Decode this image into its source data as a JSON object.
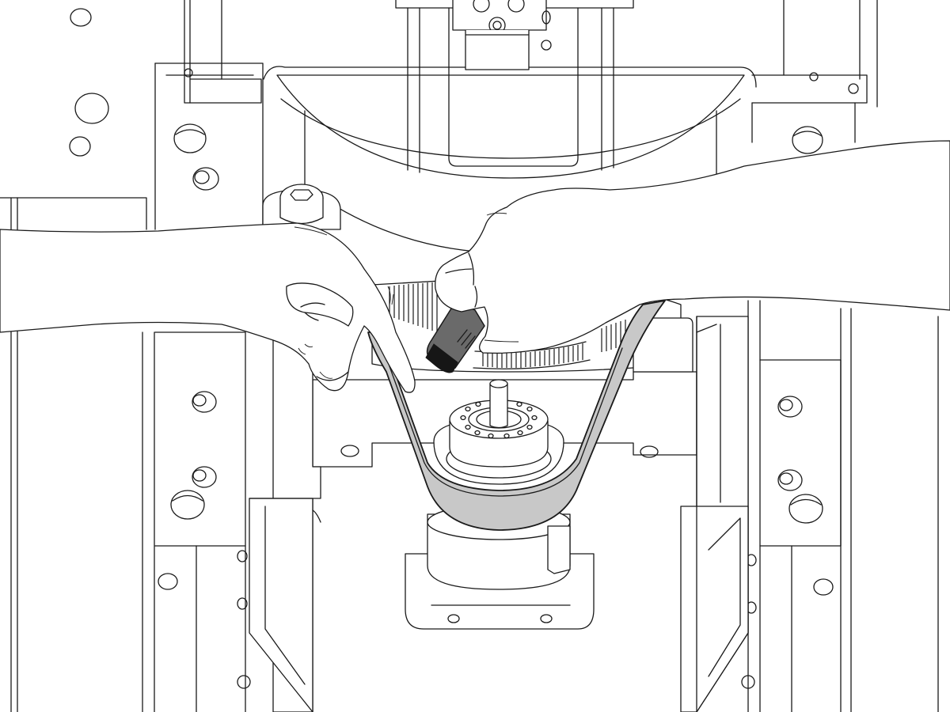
{
  "illustration": {
    "colors": {
      "line": "#1a1a1a",
      "background": "#ffffff",
      "belt": "#c8c8c8",
      "tool_body": "#6a6a6a",
      "tool_band": "#161616"
    },
    "parts": [
      "spindle-motor-housing",
      "socket-head-cap-screw",
      "large-toothed-pulley",
      "timing-belt",
      "small-motor-pulley",
      "stepper-motor",
      "frame-side-plates",
      "belt-tension-tool",
      "left-hand",
      "right-hand"
    ]
  }
}
